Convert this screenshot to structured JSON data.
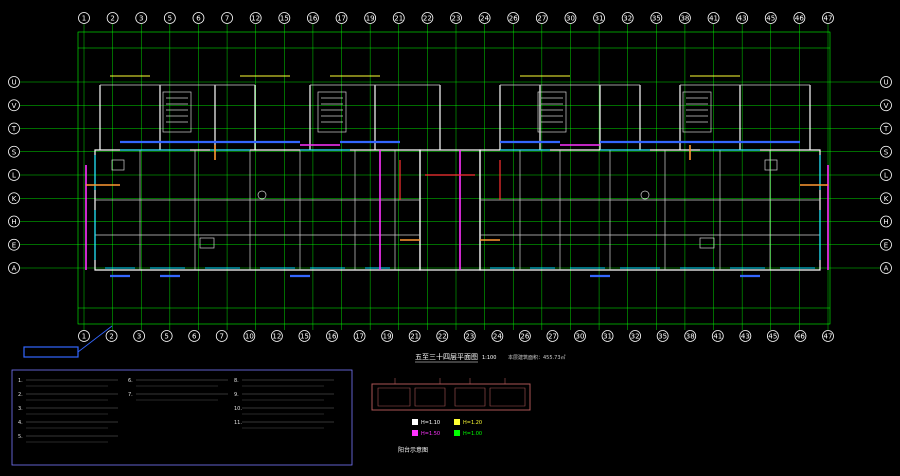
{
  "drawing": {
    "title": "五至三十四层平面图",
    "scale": "1:100",
    "area_note": "本层建筑面积：455.73㎡",
    "sub_title": "阳台示意图"
  },
  "axes": {
    "top": [
      "1",
      "2",
      "3",
      "5",
      "6",
      "7",
      "12",
      "15",
      "16",
      "17",
      "19",
      "21",
      "22",
      "23",
      "24",
      "26",
      "27",
      "30",
      "31",
      "32",
      "35",
      "38",
      "41",
      "43",
      "45",
      "46",
      "47"
    ],
    "bottom": [
      "1",
      "2",
      "3",
      "5",
      "6",
      "7",
      "10",
      "12",
      "15",
      "16",
      "17",
      "19",
      "21",
      "22",
      "23",
      "24",
      "26",
      "27",
      "30",
      "31",
      "32",
      "35",
      "38",
      "41",
      "43",
      "45",
      "46",
      "47"
    ],
    "left": [
      "U",
      "V",
      "T",
      "S",
      "L",
      "K",
      "H",
      "E",
      "A"
    ],
    "right": [
      "U",
      "V",
      "T",
      "S",
      "L",
      "K",
      "H",
      "E",
      "A"
    ]
  },
  "notes": {
    "col1": [
      "1.",
      "2.",
      "3.",
      "4.",
      "5."
    ],
    "col2": [
      "6.",
      "7."
    ],
    "col3": [
      "8.",
      "9.",
      "10.",
      "11."
    ]
  },
  "legend": [
    {
      "label": "H=1.10",
      "color": "#ffffff"
    },
    {
      "label": "H=1.50",
      "color": "#ff33ff"
    },
    {
      "label": "H=1.20",
      "color": "#ffff33"
    },
    {
      "label": "H=1.00",
      "color": "#00ff00"
    }
  ],
  "colors": {
    "background": "#000000",
    "grid": "#00ff00",
    "wall": "#ffffff",
    "cyan": "#00e5ff",
    "magenta": "#ff33ff",
    "orange": "#ff9933",
    "blue": "#3366ff"
  }
}
